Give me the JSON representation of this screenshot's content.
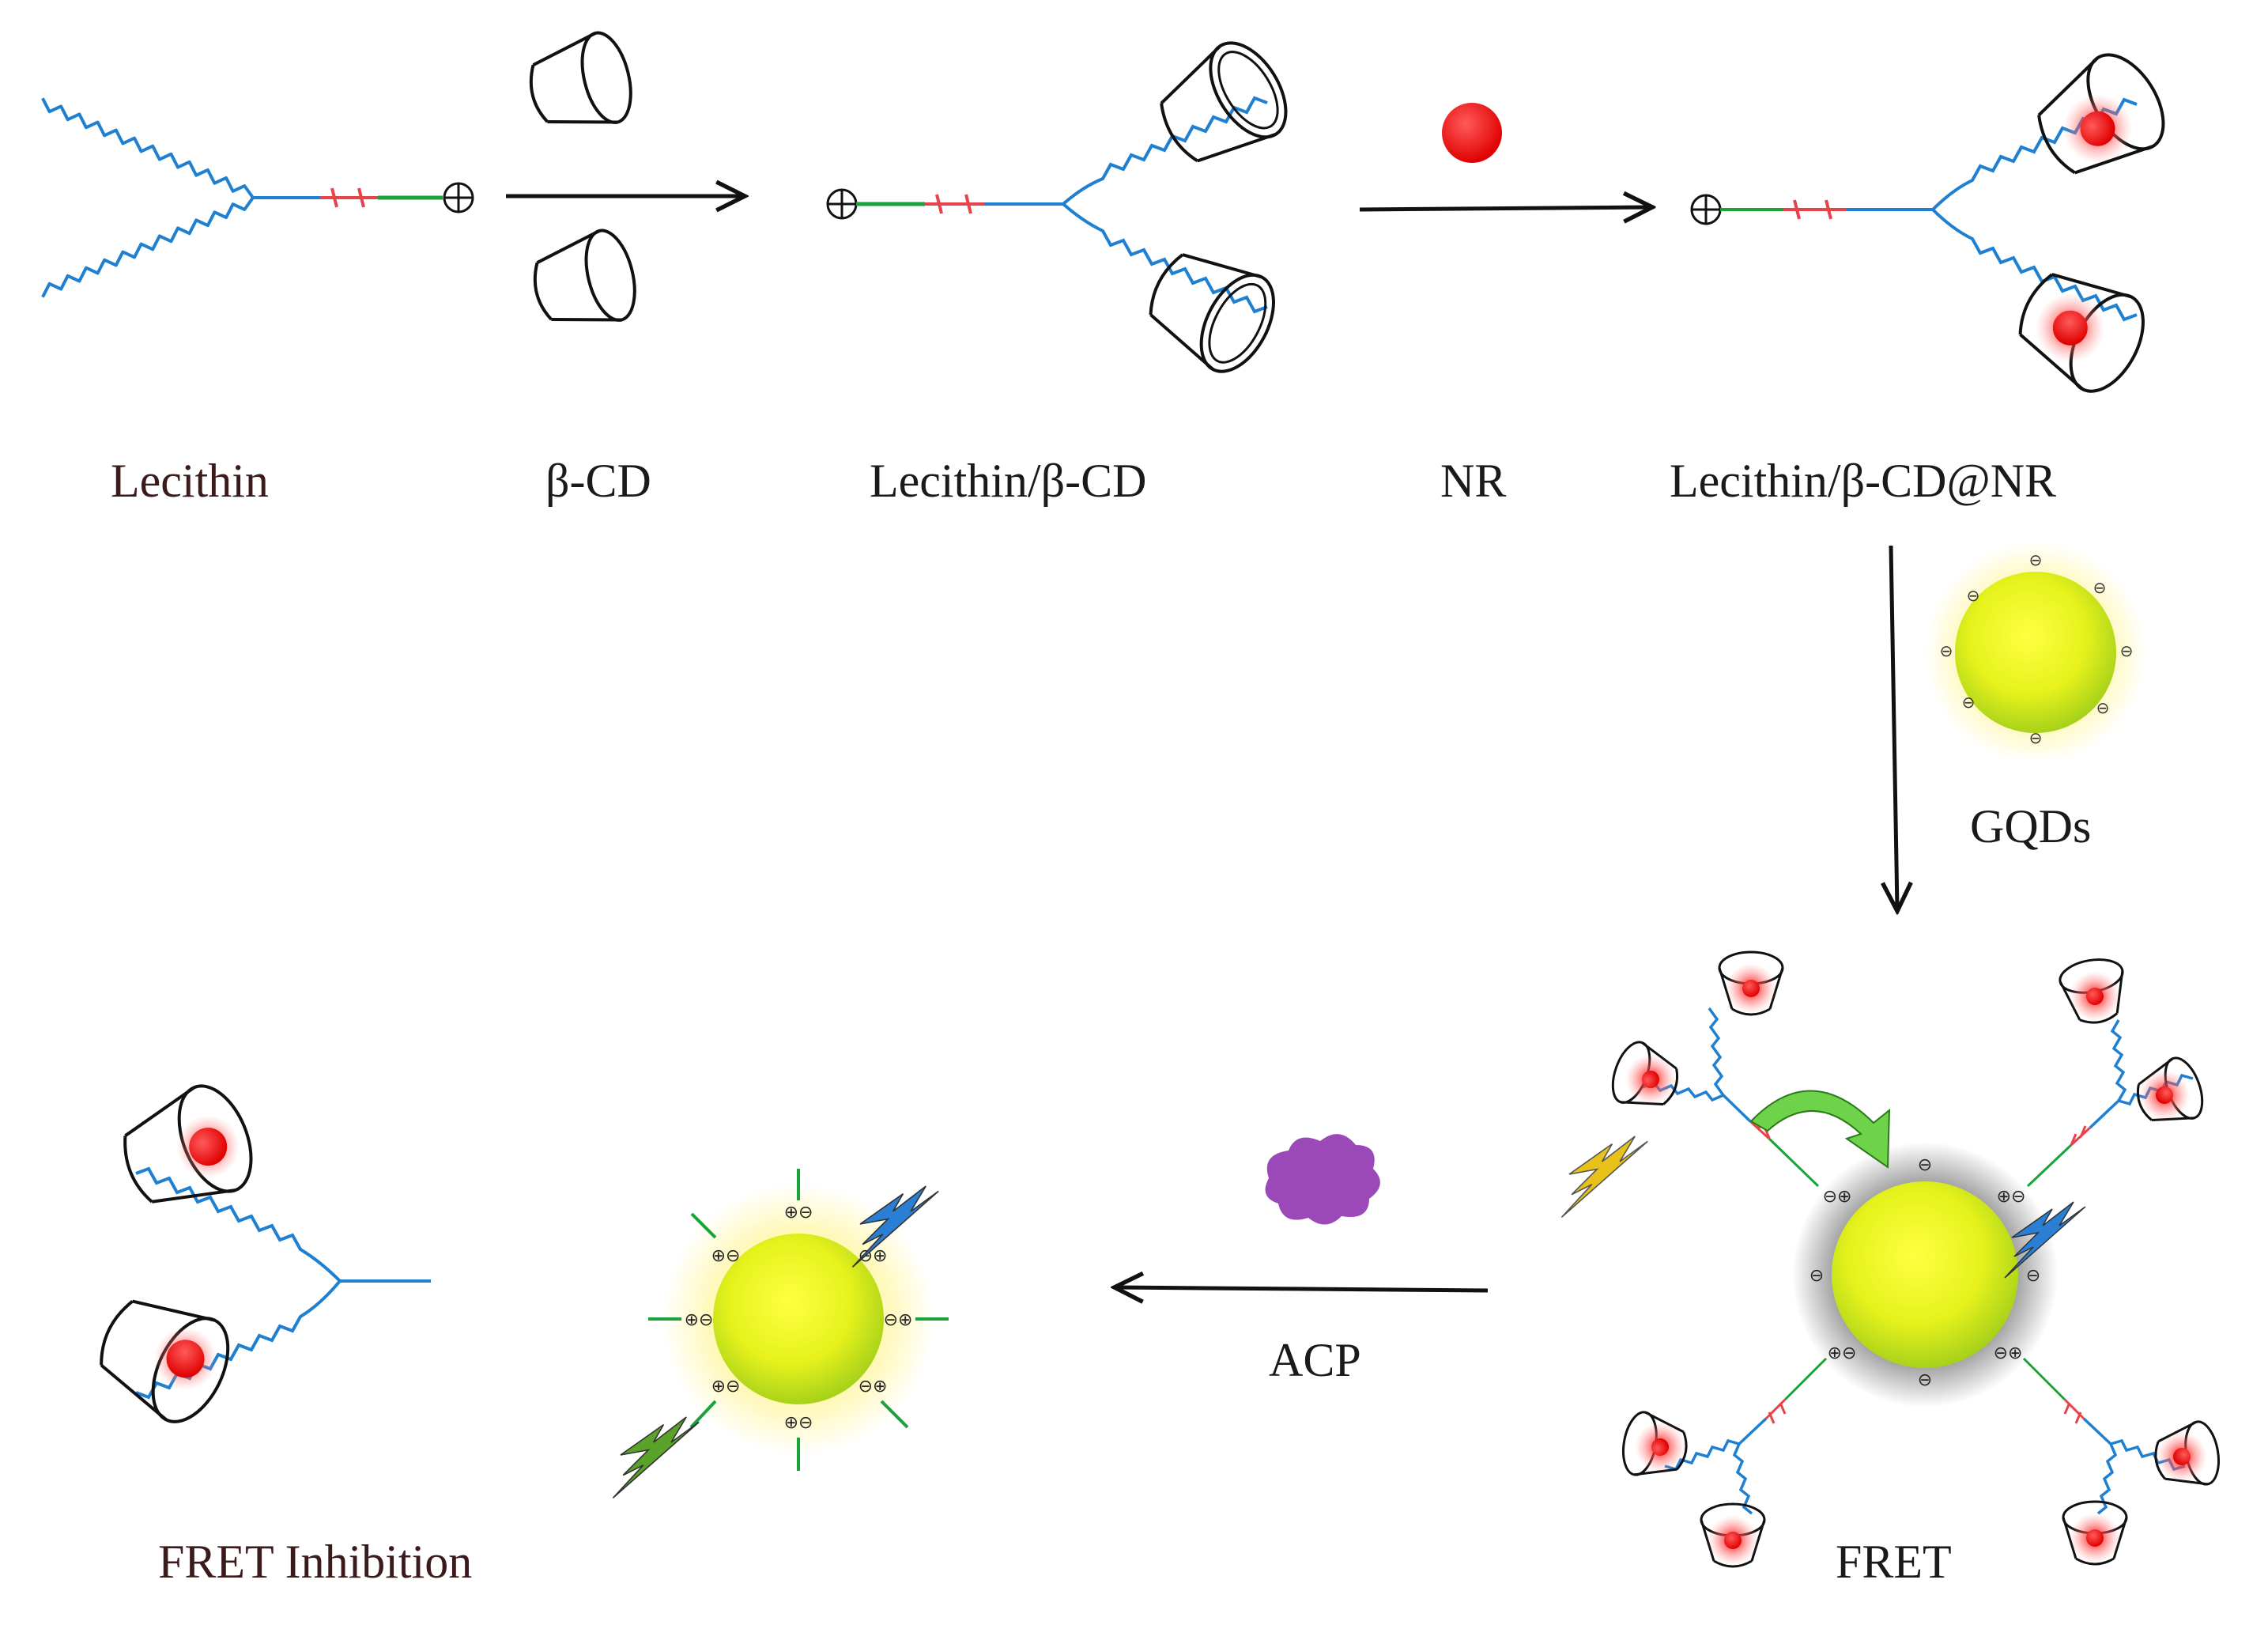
{
  "labels": {
    "lecithin": "Lecithin",
    "beta_cd": "β-CD",
    "lecithin_bcd": "Lecithin/β-CD",
    "nr": "NR",
    "lecithin_bcd_nr": "Lecithin/β-CD@NR",
    "gqds": "GQDs",
    "acp": "ACP",
    "fret": "FRET",
    "fret_inhibition": "FRET Inhibition"
  },
  "symbols": {
    "positive_charge": "⊕",
    "negative_charge": "⊖"
  },
  "colors": {
    "tail": "#1f7fd1",
    "head_green": "#1aa33a",
    "head_red": "#e8424a",
    "nile_red": "#ee1111",
    "gqd_core": "#d8ec1a",
    "gqd_glow": "#fff6a0",
    "acp_blob": "#9b48b8",
    "lightning_blue": "#2a7fd4",
    "lightning_yellow": "#e8c21a",
    "lightning_green": "#5aa32a",
    "transfer_arrow": "#6ed24a",
    "ink": "#111111"
  }
}
